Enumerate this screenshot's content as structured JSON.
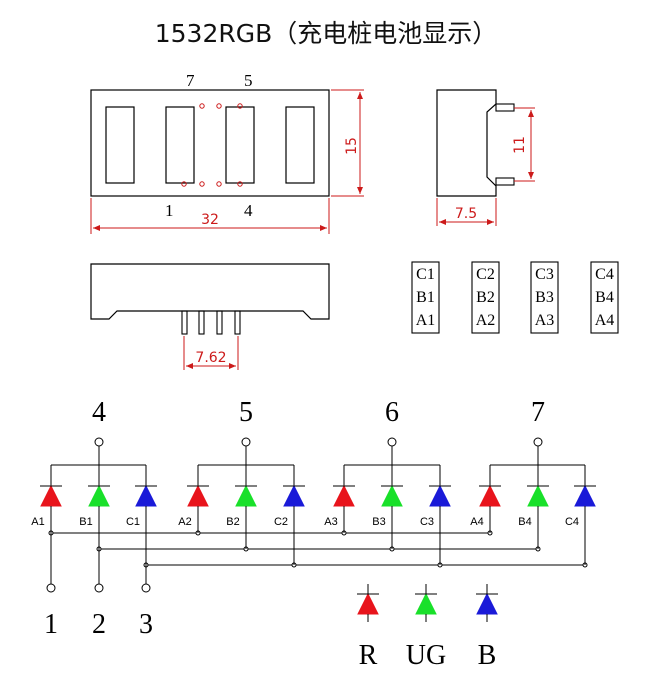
{
  "title": "1532RGB（充电桩电池显示）",
  "front_view": {
    "pin_top_left": "7",
    "pin_top_right": "5",
    "pin_bottom_left": "1",
    "pin_bottom_right": "4",
    "width_dim": "32",
    "height_dim": "15"
  },
  "side_view": {
    "height_dim": "11",
    "depth_dim": "7.5"
  },
  "bottom_view": {
    "pin_pitch_dim": "7.62"
  },
  "segment_table": [
    [
      "C1",
      "B1",
      "A1"
    ],
    [
      "C2",
      "B2",
      "A2"
    ],
    [
      "C3",
      "B3",
      "A3"
    ],
    [
      "C4",
      "B4",
      "A4"
    ]
  ],
  "schematic": {
    "groups": [
      {
        "common": "4",
        "leds": [
          "A1",
          "B1",
          "C1"
        ]
      },
      {
        "common": "5",
        "leds": [
          "A2",
          "B2",
          "C2"
        ]
      },
      {
        "common": "6",
        "leds": [
          "A3",
          "B3",
          "C3"
        ]
      },
      {
        "common": "7",
        "leds": [
          "A4",
          "B4",
          "C4"
        ]
      }
    ],
    "bottom_pins": [
      "1",
      "2",
      "3"
    ],
    "legend": [
      {
        "label": "R",
        "color": "#e8141c"
      },
      {
        "label": "UG",
        "color": "#19e02a"
      },
      {
        "label": "B",
        "color": "#1a1ad8"
      }
    ],
    "led_colors": [
      "#e8141c",
      "#19e02a",
      "#1a1ad8"
    ]
  },
  "colors": {
    "dimension": "#cc1a1a",
    "line": "#000000"
  }
}
